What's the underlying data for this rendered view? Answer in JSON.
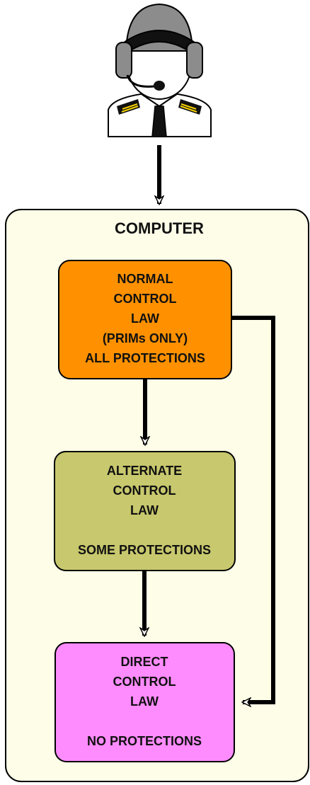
{
  "container": {
    "title": "COMPUTER",
    "fill": "#fdfde8"
  },
  "boxes": {
    "normal": {
      "lines": [
        "NORMAL",
        "CONTROL",
        "LAW",
        "(PRIMs ONLY)",
        "ALL PROTECTIONS"
      ],
      "fill": "#ff9100"
    },
    "alternate": {
      "lines": [
        "ALTERNATE",
        "CONTROL",
        "LAW",
        "",
        "SOME PROTECTIONS"
      ],
      "fill": "#c8c86e"
    },
    "direct": {
      "lines": [
        "DIRECT",
        "CONTROL",
        "LAW",
        "",
        "NO PROTECTIONS"
      ],
      "fill": "#ff8cff"
    }
  },
  "pilot": {
    "icon": "pilot-with-headset-icon",
    "helmet_color": "#8c8c8c",
    "visor_color": "#111111"
  }
}
